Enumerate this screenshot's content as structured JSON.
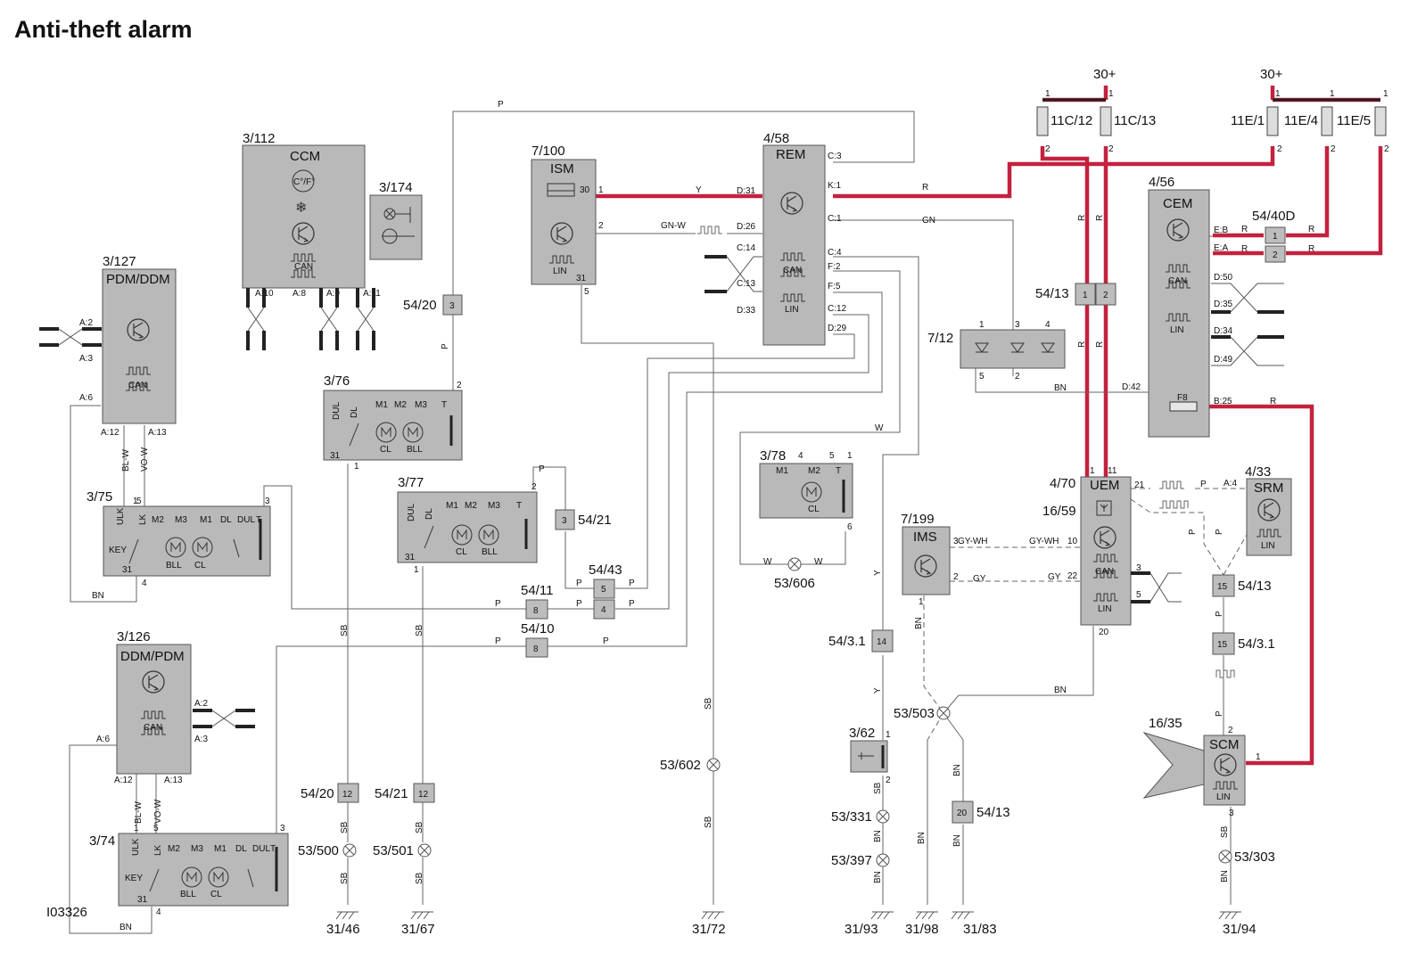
{
  "title": "Anti-theft alarm",
  "image_id": "I03326",
  "colors": {
    "power_wire": "#c4213f",
    "module_fill": "#b9b9b9",
    "signal_wire": "#666666"
  },
  "supply": {
    "left": "30+",
    "right": "30+"
  },
  "icon_labels": {
    "can": "CAN",
    "lin": "LIN",
    "temp": "C°/F°",
    "motor": "M",
    "key": "KEY"
  },
  "modules": {
    "ccm": {
      "ref": "3/112",
      "name": "CCM",
      "pins": [
        "A:10",
        "A:8",
        "A:9",
        "A:11"
      ]
    },
    "sw174": {
      "ref": "3/174"
    },
    "pdm_ddm": {
      "ref": "3/127",
      "name": "PDM/DDM",
      "pins": [
        "A:2",
        "A:3",
        "A:6",
        "A:12",
        "A:13"
      ]
    },
    "lock75": {
      "ref": "3/75",
      "cols": [
        "ULK",
        "LK",
        "M2",
        "M3",
        "M1",
        "DL",
        "DUL",
        "T"
      ],
      "motor_labels": [
        "BLL",
        "CL"
      ],
      "pins": [
        "1",
        "5",
        "3",
        "31",
        "4"
      ]
    },
    "lock76": {
      "ref": "3/76",
      "cols": [
        "DUL",
        "DL",
        "M1",
        "M2",
        "M3",
        "T"
      ],
      "motor_labels": [
        "CL",
        "BLL"
      ],
      "pins": [
        "2",
        "31",
        "1"
      ]
    },
    "lock77": {
      "ref": "3/77",
      "cols": [
        "DUL",
        "DL",
        "M1",
        "M2",
        "M3",
        "T"
      ],
      "motor_labels": [
        "CL",
        "BLL"
      ],
      "pins": [
        "2",
        "31",
        "1"
      ]
    },
    "ddm_pdm": {
      "ref": "3/126",
      "name": "DDM/PDM",
      "pins": [
        "A:2",
        "A:3",
        "A:6",
        "A:12",
        "A:13"
      ]
    },
    "lock74": {
      "ref": "3/74",
      "cols": [
        "ULK",
        "LK",
        "M2",
        "M3",
        "M1",
        "DL",
        "DUL",
        "T"
      ],
      "motor_labels": [
        "BLL",
        "CL"
      ],
      "pins": [
        "1",
        "5",
        "3",
        "31",
        "4"
      ]
    },
    "ism": {
      "ref": "7/100",
      "name": "ISM",
      "pins": [
        "30",
        "1",
        "2",
        "31",
        "5"
      ]
    },
    "rem": {
      "ref": "4/58",
      "name": "REM",
      "pins_left": [
        "D:31",
        "D:26",
        "C:14",
        "C:13",
        "D:33"
      ],
      "pins_right": [
        "C:3",
        "K:1",
        "C:1",
        "C:4",
        "F:2",
        "F:5",
        "C:12",
        "D:29"
      ]
    },
    "lock78": {
      "ref": "3/78",
      "cols": [
        "M1",
        "M2",
        "T"
      ],
      "motor_labels": [
        "CL"
      ],
      "pins": [
        "4",
        "5",
        "1",
        "6"
      ]
    },
    "cem": {
      "ref": "4/56",
      "name": "CEM",
      "pins": [
        "E:B",
        "E:A",
        "D:50",
        "D:35",
        "D:34",
        "D:49",
        "D:42",
        "B:25"
      ],
      "fuse": "F8"
    },
    "led712": {
      "ref": "7/12",
      "pins": [
        "1",
        "3",
        "4",
        "5",
        "2"
      ]
    },
    "uem": {
      "ref": "4/70",
      "ref2": "16/59",
      "name": "UEM",
      "pins": [
        "1",
        "11",
        "21",
        "10",
        "22",
        "3",
        "5",
        "20"
      ]
    },
    "srm": {
      "ref": "4/33",
      "name": "SRM",
      "pins": [
        "A:4"
      ]
    },
    "ims": {
      "ref": "7/199",
      "name": "IMS",
      "pins": [
        "3",
        "2",
        "1"
      ]
    },
    "sw362": {
      "ref": "3/62",
      "pins": [
        "1",
        "2"
      ]
    },
    "scm": {
      "ref": "16/35",
      "name": "SCM",
      "pins": [
        "2",
        "1",
        "3"
      ]
    }
  },
  "fuses": [
    {
      "name": "11C/12",
      "pins": [
        "1",
        "2"
      ]
    },
    {
      "name": "11C/13",
      "pins": [
        "1",
        "2"
      ]
    },
    {
      "name": "11E/1",
      "pins": [
        "1",
        "2"
      ]
    },
    {
      "name": "11E/4",
      "pins": [
        "1",
        "2"
      ]
    },
    {
      "name": "11E/5",
      "pins": [
        "1",
        "2"
      ]
    }
  ],
  "connectors": {
    "c5420a": {
      "ref": "54/20",
      "pin": "3"
    },
    "c5420b": {
      "ref": "54/20",
      "pin": "12"
    },
    "c5421a": {
      "ref": "54/21",
      "pin": "3"
    },
    "c5421b": {
      "ref": "54/21",
      "pin": "12"
    },
    "c5443": {
      "ref": "54/43",
      "pins": [
        "5",
        "4"
      ]
    },
    "c5411": {
      "ref": "54/11",
      "pin": "8"
    },
    "c5410": {
      "ref": "54/10",
      "pin": "8"
    },
    "c5440d": {
      "ref": "54/40D",
      "pins": [
        "1",
        "2"
      ]
    },
    "c5413a": {
      "ref": "54/13",
      "pins": [
        "1",
        "2"
      ]
    },
    "c5413b": {
      "ref": "54/13",
      "pin": "15"
    },
    "c5413c": {
      "ref": "54/13",
      "pin": "20"
    },
    "c5431a": {
      "ref": "54/3.1",
      "pin": "14"
    },
    "c5431b": {
      "ref": "54/3.1",
      "pin": "15"
    }
  },
  "splices": [
    "53/606",
    "53/602",
    "53/500",
    "53/501",
    "53/503",
    "53/331",
    "53/397",
    "53/303"
  ],
  "grounds": [
    "31/46",
    "31/67",
    "31/72",
    "31/93",
    "31/98",
    "31/83",
    "31/94"
  ],
  "wire_colors": [
    "P",
    "Y",
    "GN-W",
    "R",
    "GN",
    "BL-W",
    "VO-W",
    "BN",
    "SB",
    "W",
    "GY-WH",
    "GY"
  ]
}
